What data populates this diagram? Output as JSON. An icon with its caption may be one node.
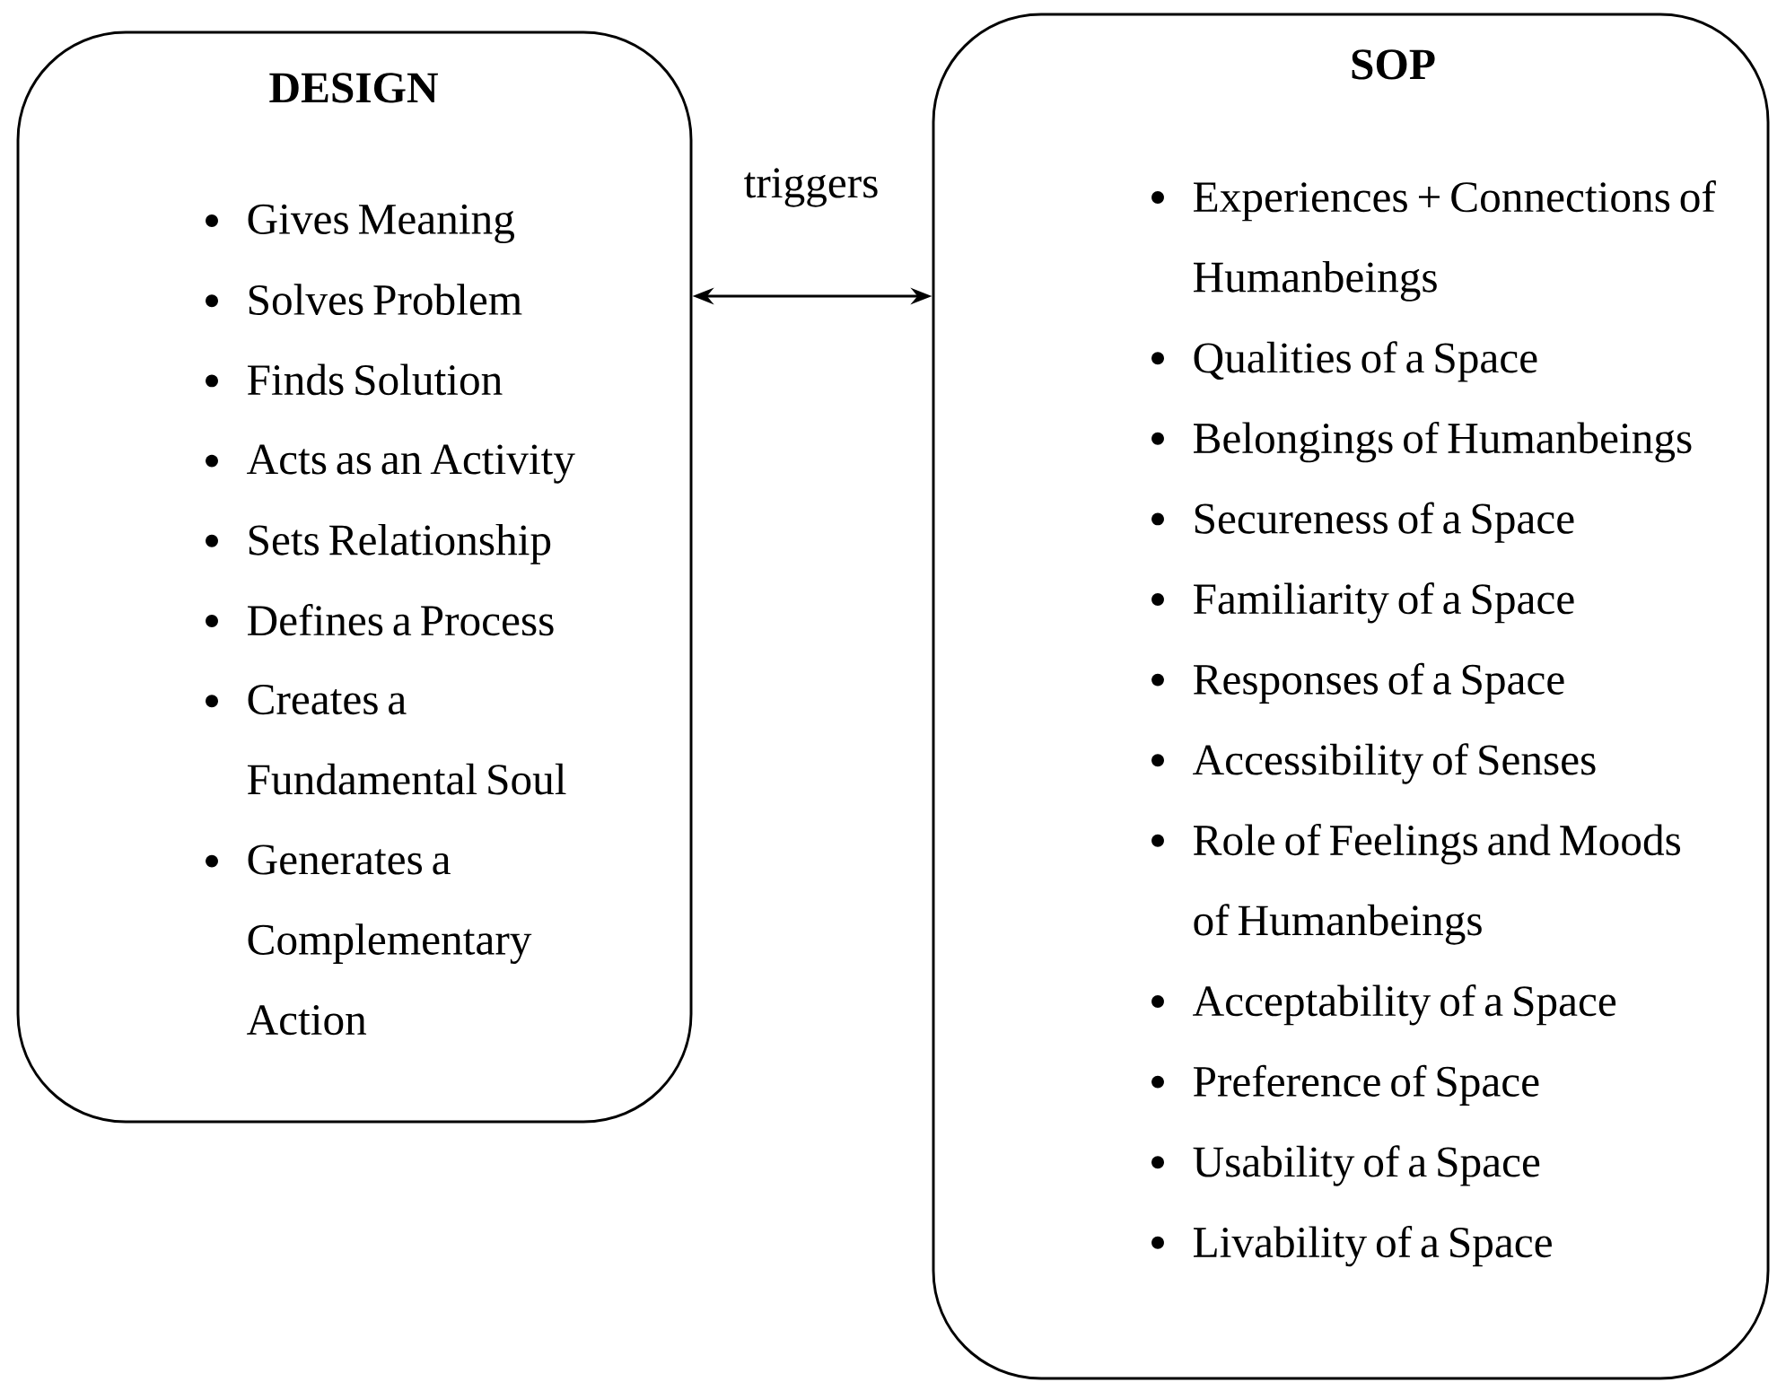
{
  "diagram": {
    "nodes": [
      {
        "text": [
          "DESIGN",
          "Gives Meaning",
          "Solves Problem",
          "Finds Solution",
          "Acts as an Activity",
          "Sets Relationship",
          "Defines a Process",
          "Creates a Fundamental Soul",
          "Generates a Complementary Action"
        ]
      },
      {
        "text": [
          "SOP",
          "Experiences + Connections of Humanbeings",
          "Qualities of a Space",
          "Belongings of Humanbeings",
          "Secureness of a Space",
          "Familiarity of a Space",
          "Responses of a Space",
          "Accessibility of Senses",
          "Role of Feelings and Moods of Humanbeings",
          "Acceptability of a Space",
          "Preference of Space",
          "Usability of a Space",
          "Livability of a Space"
        ]
      }
    ],
    "edges": [
      {
        "from": 0,
        "to": 1,
        "arrow": "both",
        "label": "triggers"
      }
    ]
  }
}
